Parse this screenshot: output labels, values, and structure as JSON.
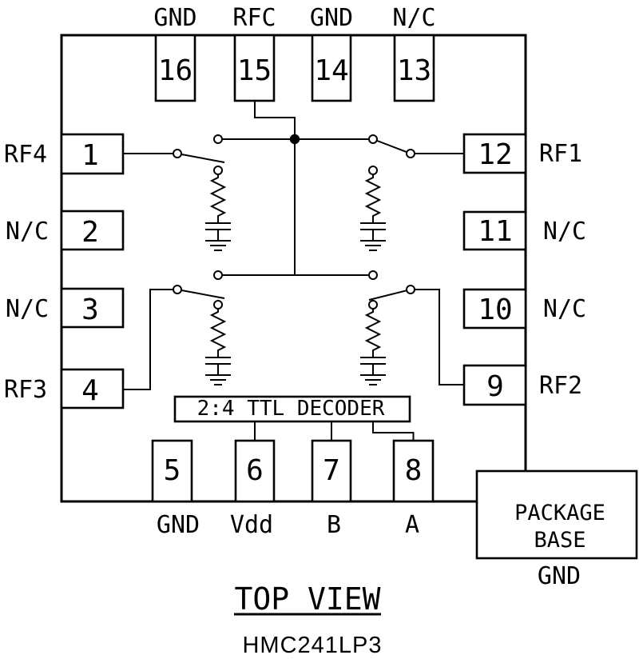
{
  "device": {
    "part_number": "HMC241LP3",
    "view_label": "TOP VIEW"
  },
  "pins": {
    "top": [
      {
        "num": "16",
        "label": "GND"
      },
      {
        "num": "15",
        "label": "RFC"
      },
      {
        "num": "14",
        "label": "GND"
      },
      {
        "num": "13",
        "label": "N/C"
      }
    ],
    "left": [
      {
        "num": "1",
        "label": "RF4"
      },
      {
        "num": "2",
        "label": "N/C"
      },
      {
        "num": "3",
        "label": "N/C"
      },
      {
        "num": "4",
        "label": "RF3"
      }
    ],
    "right": [
      {
        "num": "12",
        "label": "RF1"
      },
      {
        "num": "11",
        "label": "N/C"
      },
      {
        "num": "10",
        "label": "N/C"
      },
      {
        "num": "9",
        "label": "RF2"
      }
    ],
    "bottom": [
      {
        "num": "5",
        "label": "GND"
      },
      {
        "num": "6",
        "label": "Vdd"
      },
      {
        "num": "7",
        "label": "B"
      },
      {
        "num": "8",
        "label": "A"
      }
    ]
  },
  "decoder": {
    "label": "2:4 TTL DECODER"
  },
  "package_base": {
    "line1": "PACKAGE",
    "line2": "BASE",
    "ground": "GND"
  },
  "colors": {
    "ink": "#000000",
    "background": "#ffffff"
  }
}
